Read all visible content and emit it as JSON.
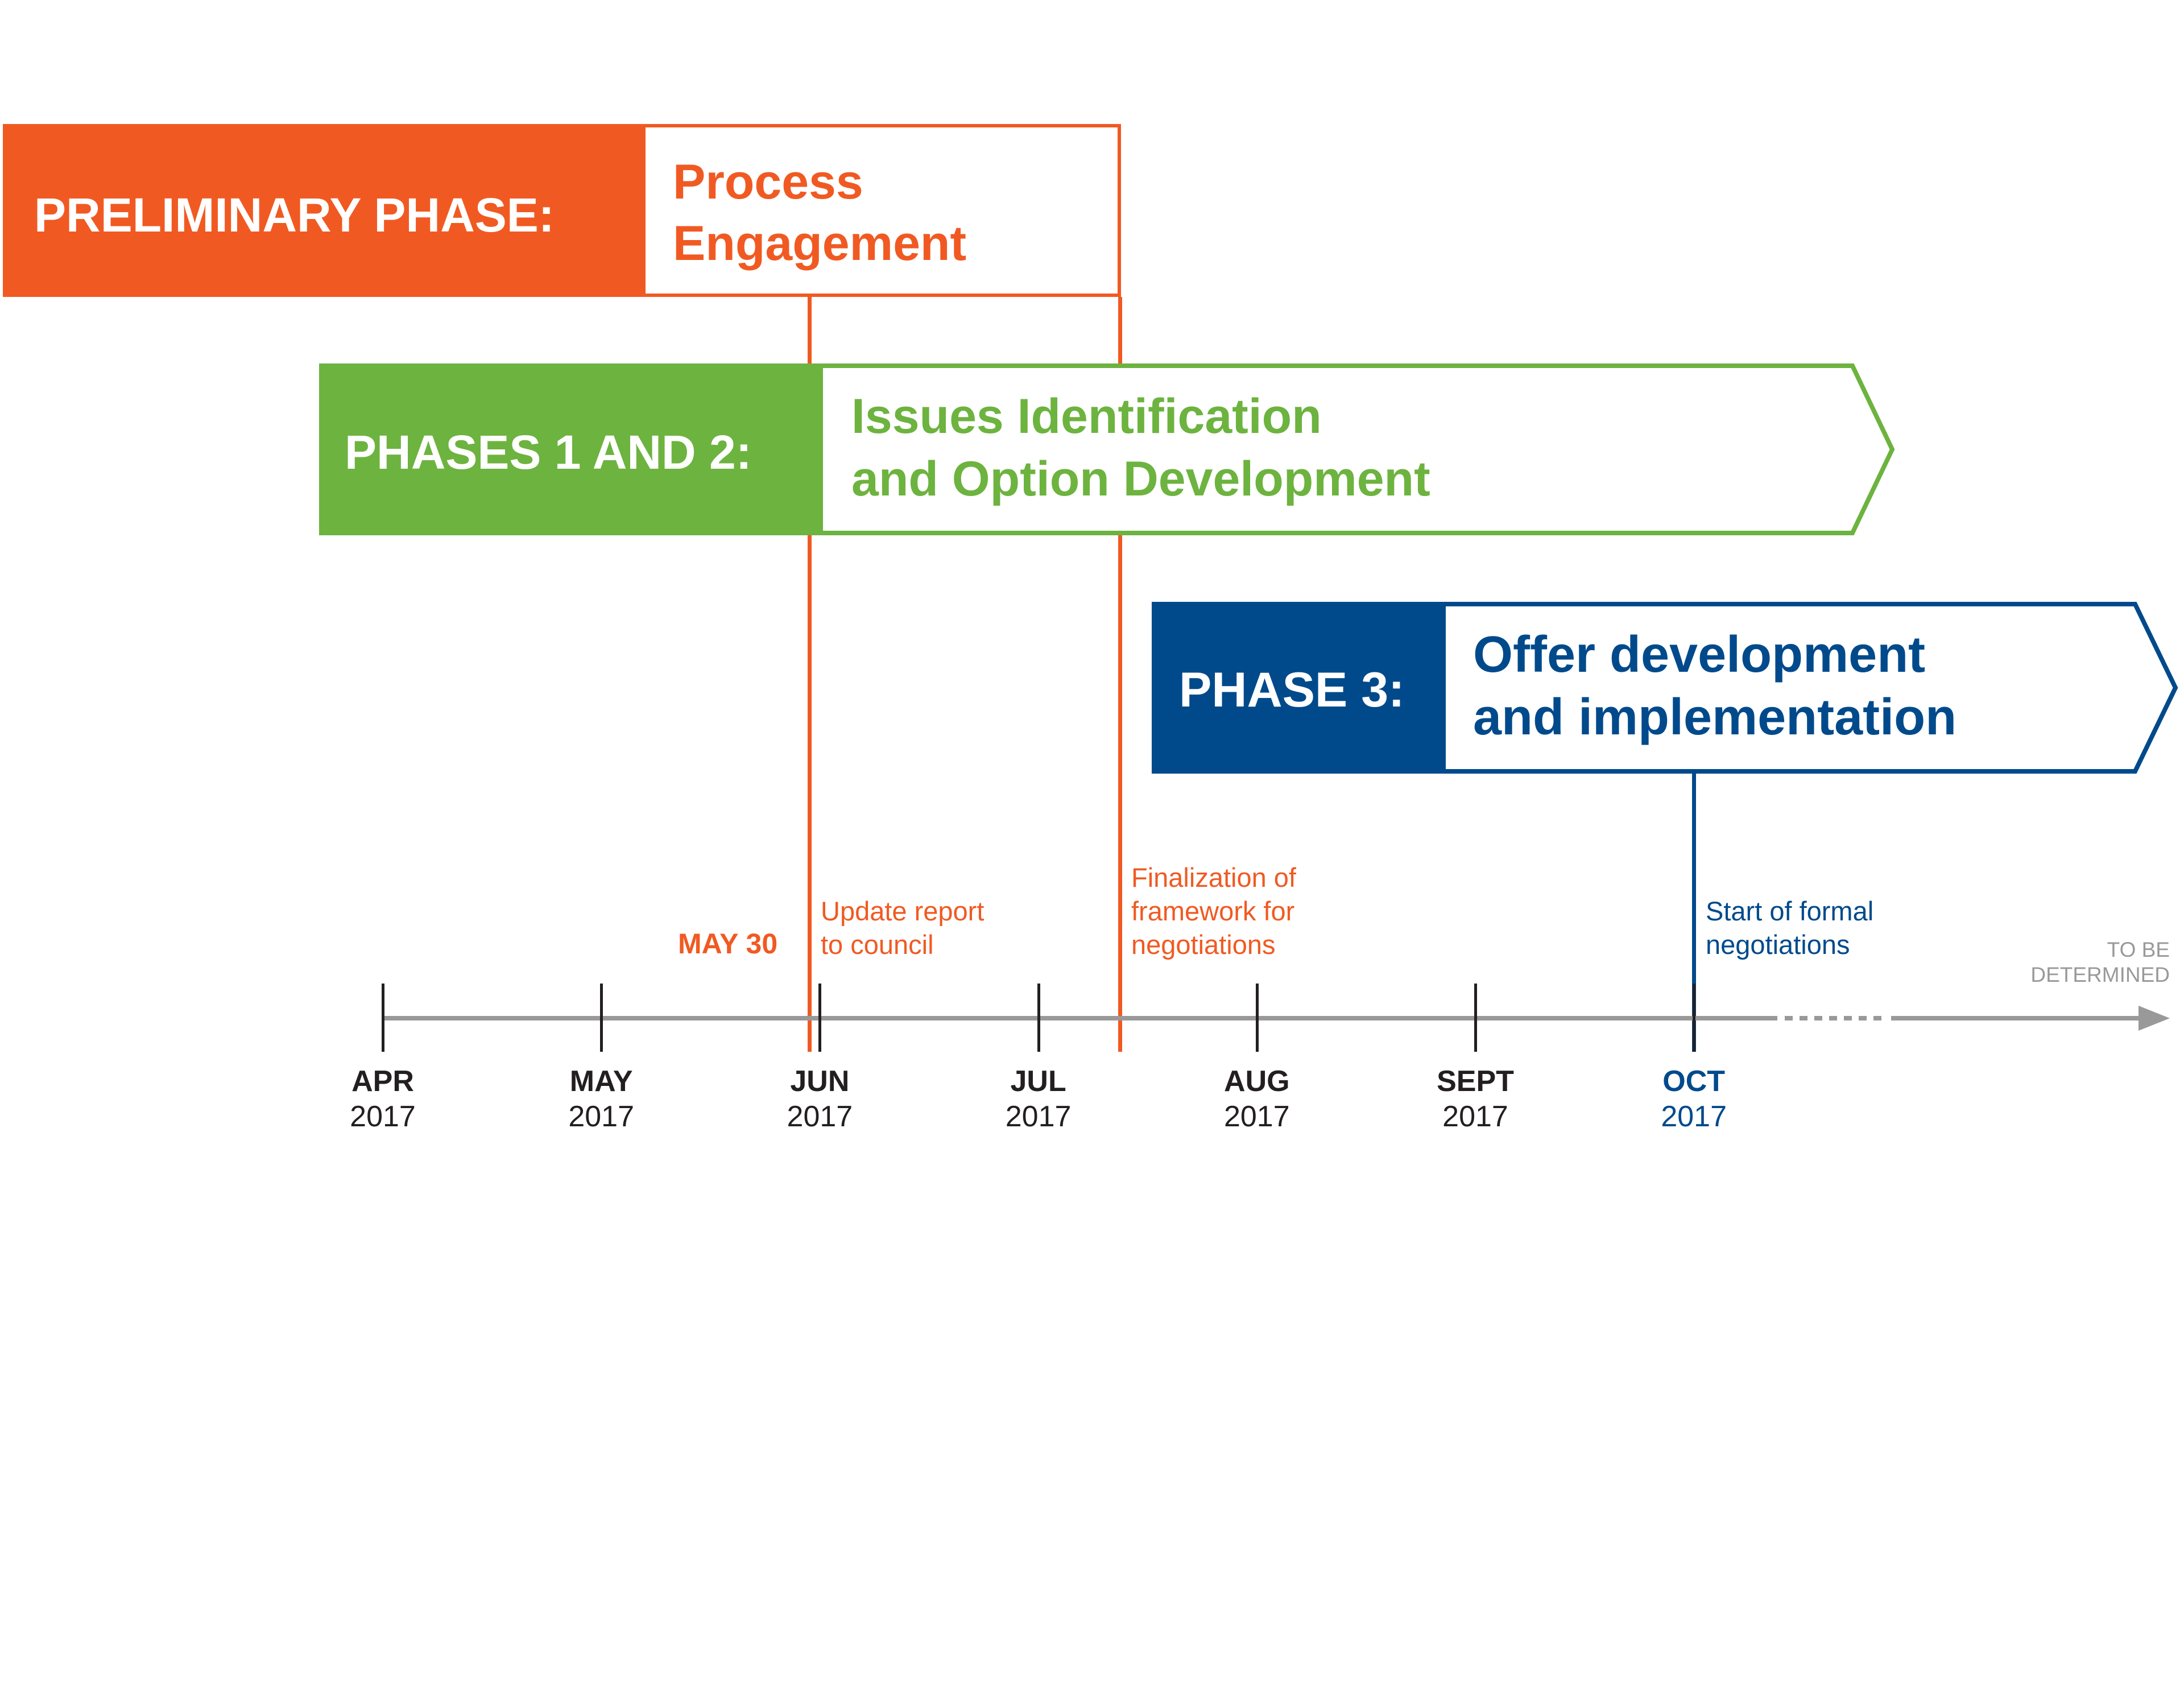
{
  "colors": {
    "preliminary": "#f05a22",
    "phases_1_2": "#6db33f",
    "phase_3": "#004a8c",
    "axis": "#999999",
    "tick": "#231f20",
    "tbd": "#999999"
  },
  "phases": [
    {
      "id": "preliminary",
      "label": "PRELIMINARY PHASE:",
      "description_lines": [
        "Process",
        "Engagement"
      ]
    },
    {
      "id": "phases-1-2",
      "label": "PHASES 1 AND 2:",
      "description_lines": [
        "Issues Identification",
        "and Option Development"
      ]
    },
    {
      "id": "phase-3",
      "label": "PHASE 3:",
      "description_lines": [
        "Offer development",
        "and implementation"
      ]
    }
  ],
  "timeline": {
    "months": [
      {
        "month": "APR",
        "year": "2017"
      },
      {
        "month": "MAY",
        "year": "2017"
      },
      {
        "month": "JUN",
        "year": "2017"
      },
      {
        "month": "JUL",
        "year": "2017"
      },
      {
        "month": "AUG",
        "year": "2017"
      },
      {
        "month": "SEPT",
        "year": "2017"
      },
      {
        "month": "OCT",
        "year": "2017"
      }
    ],
    "end_label_lines": [
      "TO BE",
      "DETERMINED"
    ]
  },
  "milestones": [
    {
      "date_label": "MAY 30",
      "text_lines": [
        "Update report",
        "to council"
      ]
    },
    {
      "text_lines": [
        "Finalization of",
        "framework for",
        "negotiations"
      ]
    },
    {
      "text_lines": [
        "Start of formal",
        "negotiations"
      ]
    }
  ]
}
